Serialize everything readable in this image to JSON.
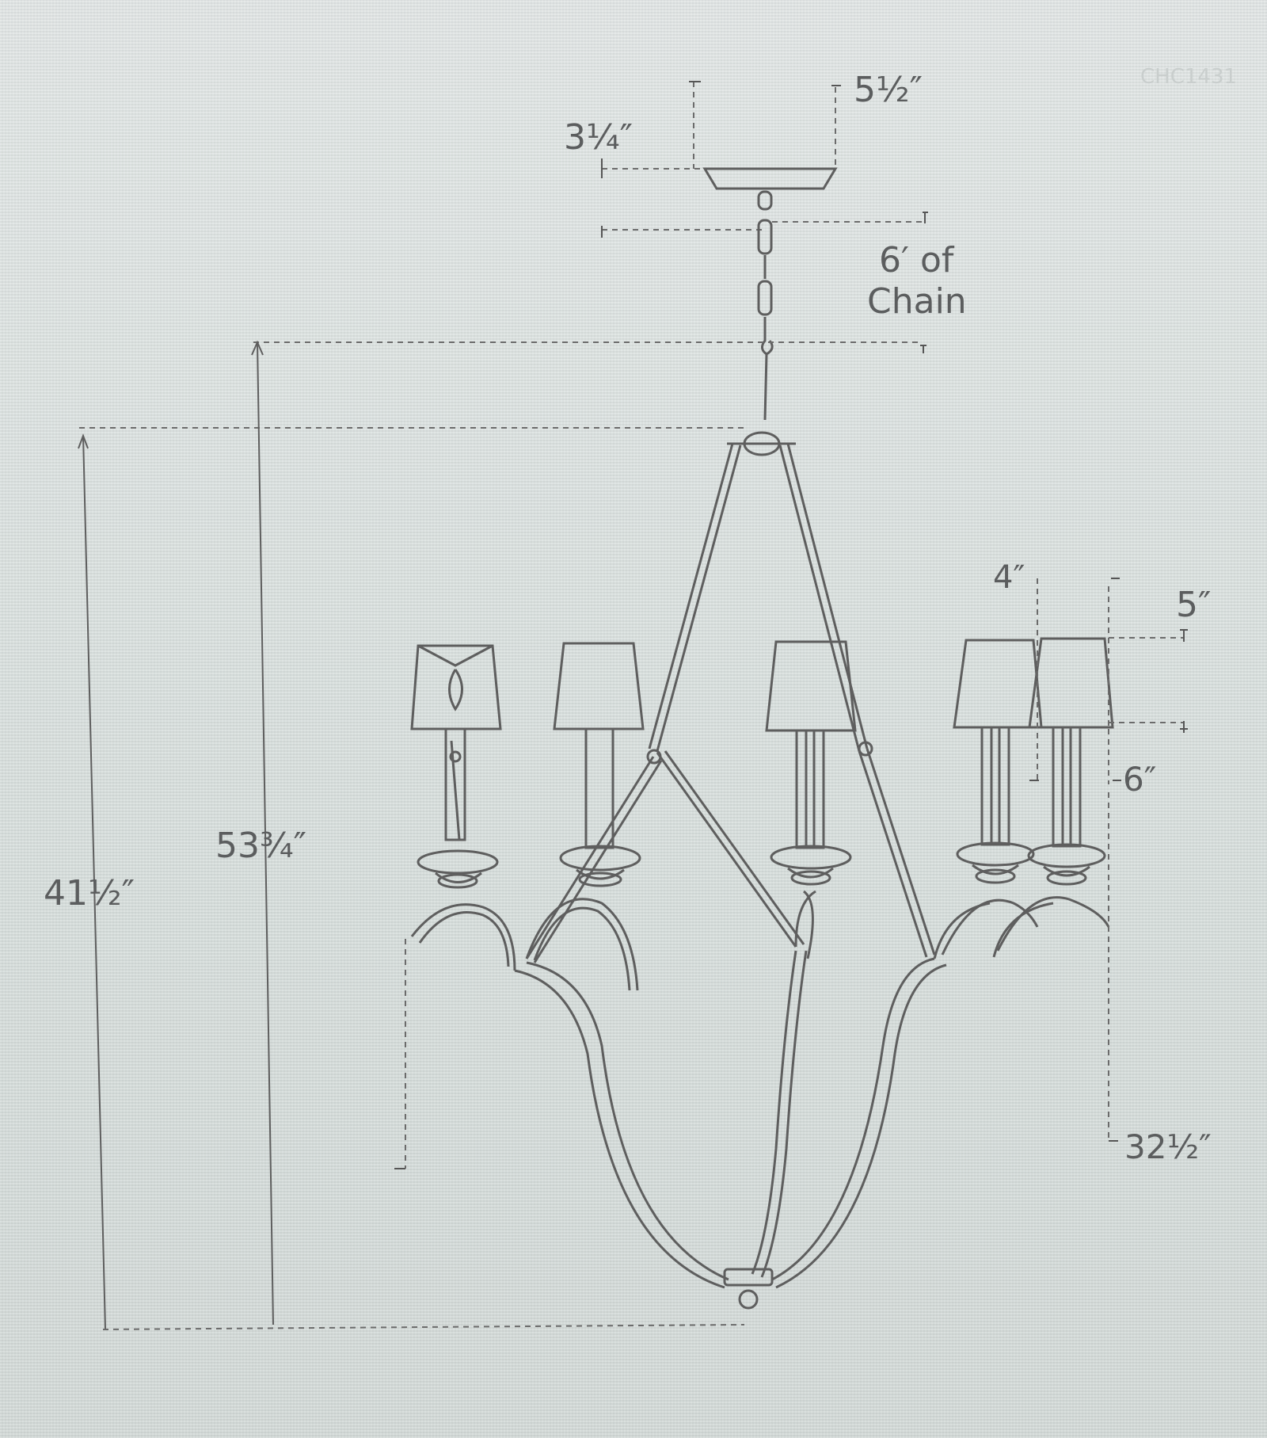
{
  "diagram": {
    "faint_code": "CHC1431",
    "dims": {
      "canopy_width": "5½″",
      "canopy_height": "3¼″",
      "chain": "6′ of",
      "chain_line2": "Chain",
      "overall_max": "53¾″",
      "fixture_height": "41½″",
      "shade_top": "4″",
      "shade_bottom": "5″",
      "shade_height": "6″",
      "width": "32½″"
    }
  },
  "colors": {
    "background": "#d9e0df",
    "ink": "#5e5e5e"
  }
}
